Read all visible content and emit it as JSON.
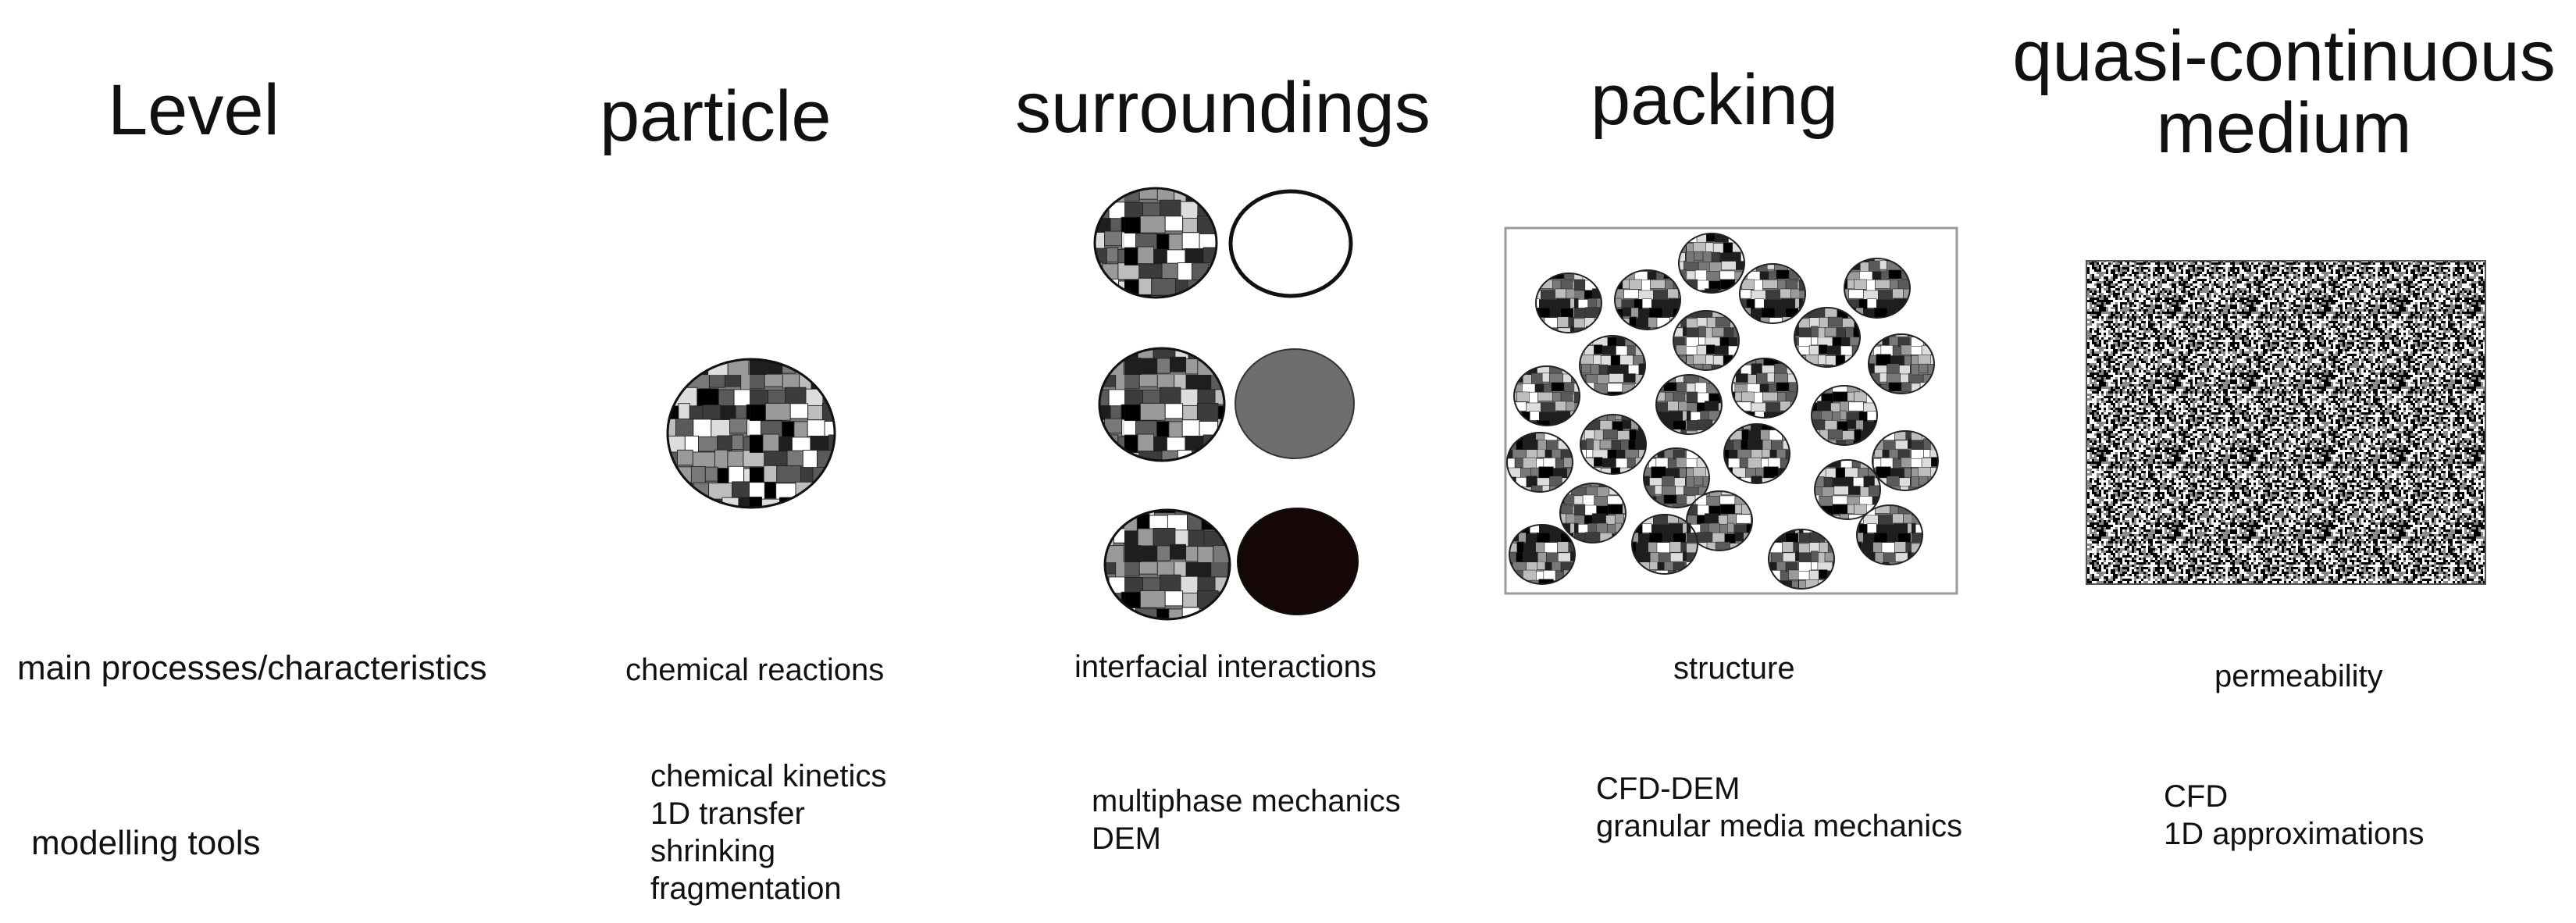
{
  "headers": {
    "level": "Level",
    "particle": "particle",
    "surroundings": "surroundings",
    "packing": "packing",
    "medium_line1": "quasi-continuous",
    "medium_line2": "medium"
  },
  "rows": {
    "processes_label": "main processes/characteristics",
    "tools_label": "modelling tools"
  },
  "processes": {
    "particle": "chemical reactions",
    "surroundings": "interfacial interactions",
    "packing": "structure",
    "medium": "permeability"
  },
  "tools": {
    "particle": [
      "chemical kinetics",
      "1D transfer",
      "shrinking",
      "fragmentation"
    ],
    "surroundings": [
      "multiphase mechanics",
      "DEM"
    ],
    "packing": [
      "CFD-DEM",
      "granular media mechanics"
    ],
    "medium": [
      "CFD",
      "1D approximations"
    ]
  },
  "colors": {
    "surrounding_empty": "#ffffff",
    "surrounding_gray": "#6e6e6e",
    "surrounding_dark": "#160707"
  }
}
